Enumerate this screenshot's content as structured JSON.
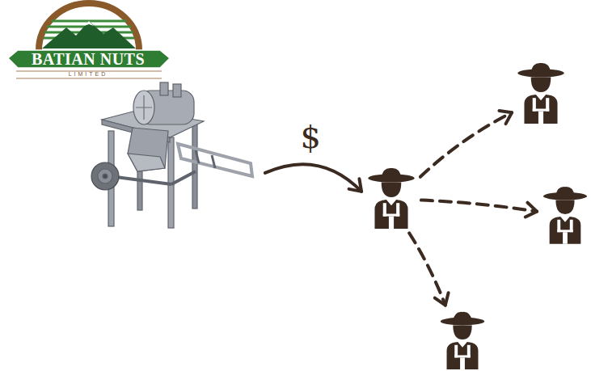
{
  "diagram": {
    "nodes": [
      {
        "text": []
      },
      {
        "text": []
      },
      {
        "text": []
      },
      {
        "text": []
      },
      {
        "text": []
      }
    ],
    "edges": [
      {
        "from": 0,
        "to": 1,
        "label": "$",
        "arrow": "to"
      },
      {
        "from": 1,
        "to": 2,
        "arrow": "to"
      },
      {
        "from": 1,
        "to": 3,
        "arrow": "to"
      },
      {
        "from": 1,
        "to": 4,
        "arrow": "to"
      }
    ],
    "labels": [
      "BATIAN NUTS",
      "LIMITED"
    ]
  }
}
